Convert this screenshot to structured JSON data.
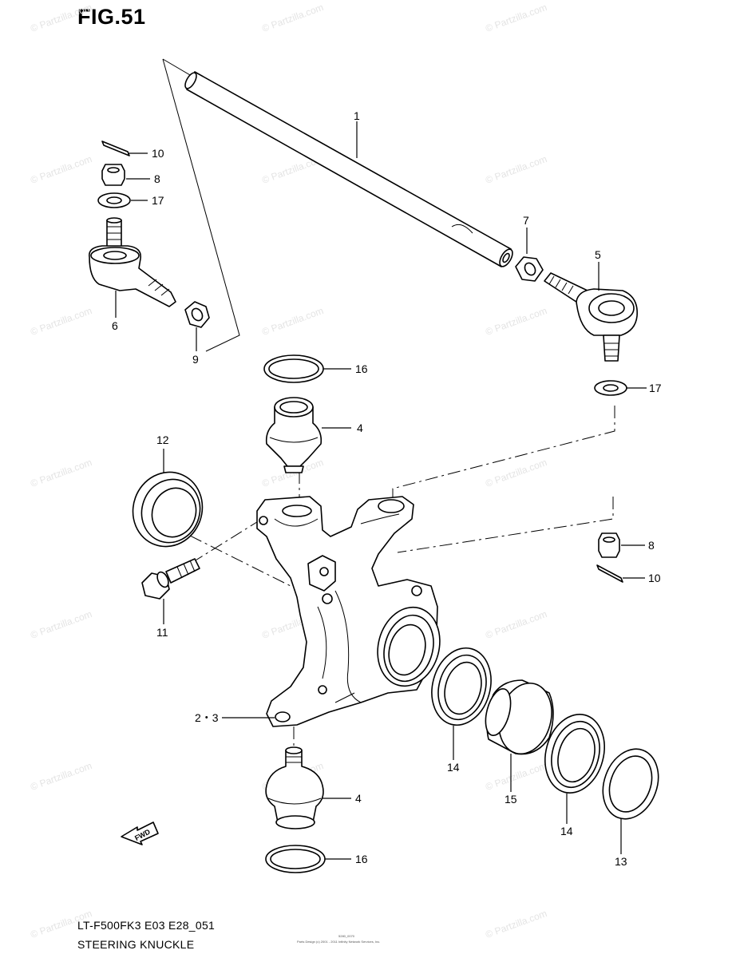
{
  "figure": {
    "title": "FIG.51",
    "model_code": "LT-F500FK3 E03 E28_051",
    "name": "STEERING KNUCKLE",
    "fine_code": "5280_0070",
    "fine_copyright": "Parts Design (c) 2001 - 2011 Infinity Network Services, Inc."
  },
  "watermark": {
    "text": "© Partzilla.com"
  },
  "fwd_badge": {
    "text": "FWD"
  },
  "callouts": {
    "p1": "1",
    "p2_3": "2・3",
    "p4_upper": "4",
    "p4_lower": "4",
    "p5": "5",
    "p6": "6",
    "p7": "7",
    "p8_left": "8",
    "p8_right": "8",
    "p9": "9",
    "p10_left": "10",
    "p10_right": "10",
    "p11": "11",
    "p12": "12",
    "p13": "13",
    "p14_a": "14",
    "p14_b": "14",
    "p15": "15",
    "p16_upper": "16",
    "p16_lower": "16",
    "p17_left": "17",
    "p17_right": "17"
  }
}
